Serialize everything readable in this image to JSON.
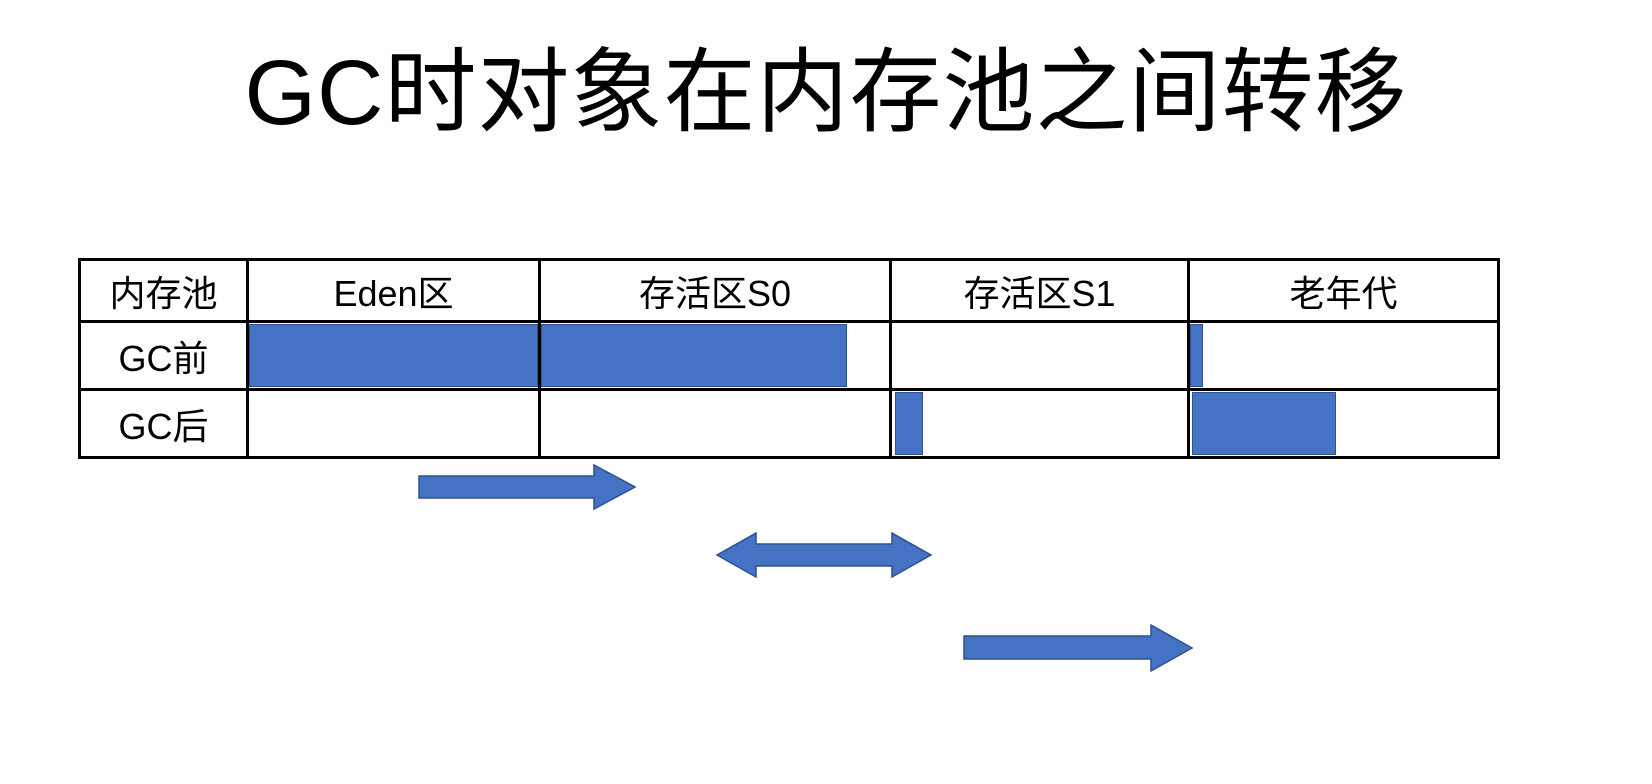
{
  "slide": {
    "title": "GC时对象在内存池之间转移",
    "background_color": "#ffffff",
    "accent_color": "#4472c4",
    "accent_border_color": "#2f528f",
    "border_color": "#000000"
  },
  "table": {
    "headers": [
      "内存池",
      "Eden区",
      "存活区S0",
      "存活区S1",
      "老年代"
    ],
    "rows": [
      {
        "label": "GC前",
        "cells": [
          {
            "region": "Eden区",
            "fill_percent": 100
          },
          {
            "region": "存活区S0",
            "fill_percent": 88
          },
          {
            "region": "存活区S1",
            "fill_percent": 0
          },
          {
            "region": "老年代",
            "fill_percent": 4
          }
        ]
      },
      {
        "label": "GC后",
        "cells": [
          {
            "region": "Eden区",
            "fill_percent": 0
          },
          {
            "region": "存活区S0",
            "fill_percent": 0
          },
          {
            "region": "存活区S1",
            "fill_percent": 10
          },
          {
            "region": "老年代",
            "fill_percent": 47
          }
        ]
      }
    ]
  },
  "arrows": [
    {
      "name": "eden-to-s0",
      "direction": "right",
      "meaning": "Eden区 对象转移到 存活区S0"
    },
    {
      "name": "s0-s1",
      "direction": "both",
      "meaning": "存活区S0 与 存活区S1 之间互相转移"
    },
    {
      "name": "s1-to-old",
      "direction": "right",
      "meaning": "存活区S1 对象晋升到 老年代"
    }
  ]
}
